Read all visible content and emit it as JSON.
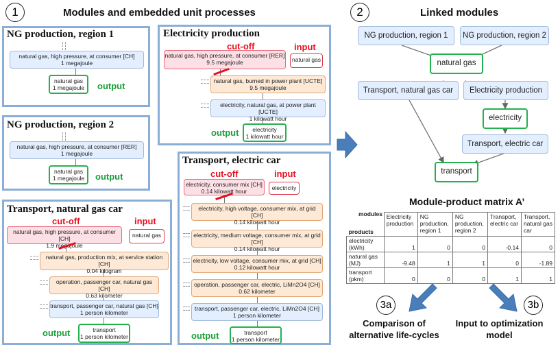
{
  "section1": {
    "number": "1",
    "title": "Modules and embedded unit processes"
  },
  "section2": {
    "number": "2",
    "title": "Linked modules"
  },
  "ng1": {
    "title": "NG production, region 1",
    "process": "natural gas, high pressure, at consumer [CH]",
    "process_amount": "1 megajoule",
    "output_box": "natural gas",
    "output_amount": "1 megajoule",
    "output_label": "output"
  },
  "ng2": {
    "title": "NG production, region 2",
    "process": "natural gas, high pressure, at consumer [RER]",
    "process_amount": "1 megajoule",
    "output_box": "natural gas",
    "output_amount": "1 megajoule",
    "output_label": "output"
  },
  "elec": {
    "title": "Electricity production",
    "cutoff_label": "cut-off",
    "input_label": "input",
    "cutoff_box": "natural gas, high pressure, at consumer [RER]",
    "cutoff_amount": "9.5 megajoule",
    "input_box": "natural gas",
    "p1": "natural gas, burned in power plant [UCTE]",
    "p1_amount": "9.5 megajoule",
    "p2": "electricity, natural gas, at power plant [UCTE]",
    "p2_amount": "1 kilowatt hour",
    "output_label": "output",
    "output_box": "electricity",
    "output_amount": "1 kilowatt hour"
  },
  "tng": {
    "title": "Transport, natural gas car",
    "cutoff_label": "cut-off",
    "input_label": "input",
    "cutoff_box": "natural gas, high pressure, at consumer [CH]",
    "cutoff_amount": "1.9 megajoule",
    "input_box": "natural gas",
    "p1": "natural gas, production mix, at service station [CH]",
    "p1_amount": "0.04 kilogram",
    "p2": "operation, passenger car, natural gas [CH]",
    "p2_amount": "0.63 kilometer",
    "p3": "transport, passenger car, natural gas [CH]",
    "p3_amount": "1 person kilometer",
    "output_label": "output",
    "output_box": "transport",
    "output_amount": "1 person kilometer"
  },
  "tec": {
    "title": "Transport, electric car",
    "cutoff_label": "cut-off",
    "input_label": "input",
    "cutoff_box": "electricity, consumer mix [CH]",
    "cutoff_amount": "0.14 kilowatt hour",
    "input_box": "electricity",
    "p1": "electricity, high voltage, consumer mix, at grid [CH]",
    "p1_amount": "0.14 kilowatt hour",
    "p2": "electricity, medium voltage, consumer mix, at grid [CH]",
    "p2_amount": "0.14 kilowatt hour",
    "p3": "electricity, low voltage, consumer mix, at grid [CH]",
    "p3_amount": "0.12 kilowatt hour",
    "p4": "operation, passenger car, electric, LiMn2O4 [CH]",
    "p4_amount": "0.62 kilometer",
    "p5": "transport, passenger car, electric, LiMn2O4 [CH]",
    "p5_amount": "1 person kilometer",
    "output_label": "output",
    "output_box": "transport",
    "output_amount": "1 person kilometer"
  },
  "linked": {
    "ng1": "NG production, region 1",
    "ng2": "NG production, region 2",
    "natural_gas": "natural gas",
    "tng": "Transport, natural gas car",
    "elec_prod": "Electricity production",
    "electricity": "electricity",
    "tec": "Transport, electric car",
    "transport": "transport"
  },
  "matrix": {
    "title": "Module-product matrix A’",
    "modules_label": "modules",
    "products_label": "products",
    "columns": [
      "Electricity production",
      "NG production, region 1",
      "NG production, region 2",
      "Transport, electric car",
      "Transport, natural gas car"
    ],
    "rows": [
      {
        "label": "electricity (kWh)",
        "values": [
          "1",
          "0",
          "0",
          "-0.14",
          "0"
        ]
      },
      {
        "label": "natural gas (MJ)",
        "values": [
          "-9.48",
          "1",
          "1",
          "0",
          "-1.89"
        ]
      },
      {
        "label": "transport (pkm)",
        "values": [
          "0",
          "0",
          "0",
          "1",
          "1"
        ]
      }
    ]
  },
  "step3a": {
    "number": "3a",
    "line1": "Comparison of",
    "line2": "alternative life-cycles"
  },
  "step3b": {
    "number": "3b",
    "line1": "Input to optimization",
    "line2": "model"
  },
  "colors": {
    "panel_border": "#8aaed6",
    "output_green": "#22b14c",
    "cutoff_red": "#e8101e",
    "arrow_blue": "#4a7ebb"
  }
}
